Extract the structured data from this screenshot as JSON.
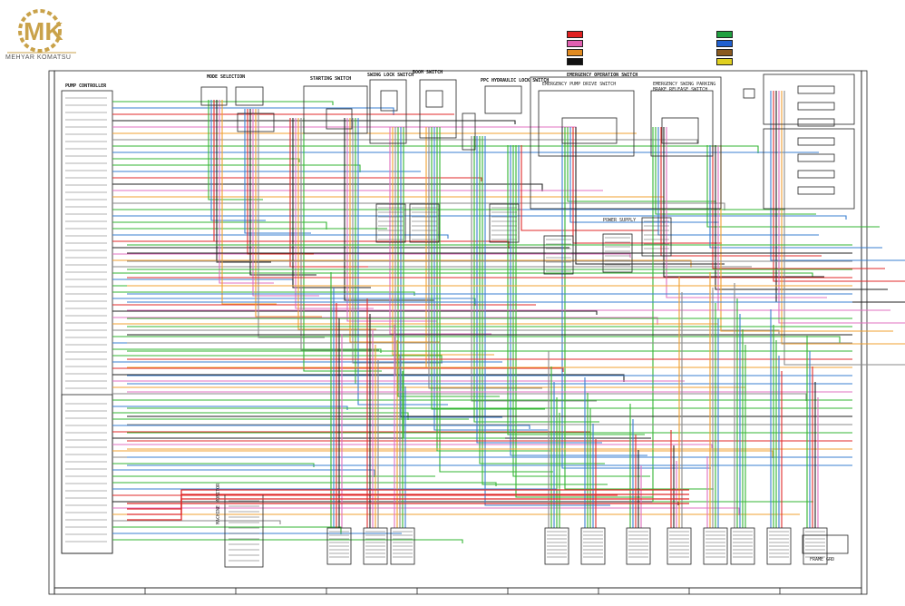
{
  "logo": {
    "mark": "MK",
    "company": "MEHYAR KOMATSU"
  },
  "legend_colors": {
    "left": [
      "#e02020",
      "#e060b0",
      "#e08a20",
      "#111111"
    ],
    "right": [
      "#20a040",
      "#2060d0",
      "#8a5a20",
      "#e0d020"
    ]
  },
  "wire_colors": {
    "green": "#33b533",
    "blue": "#3a7fd0",
    "red": "#e02a2a",
    "black": "#222222",
    "pink": "#e070c0",
    "orange": "#f0a030",
    "yellow": "#e8d020",
    "gray": "#8a8a8a",
    "brown": "#8a5a20"
  },
  "labels": {
    "pump_controller": "PUMP CONTROLLER",
    "mode_selection": "MODE SELECTION",
    "starting_switch": "STARTING SWITCH",
    "swing_lock_switch": "SWING LOCK SWITCH",
    "boom_switch": "BOOM SWITCH",
    "ppc_hydraulic_lock": "PPC HYDRAULIC LOCK SWITCH",
    "emergency_operation": "EMERGENCY OPERATION SWITCH",
    "emergency_pump_drive": "EMERGENCY PUMP DRIVE SWITCH",
    "emergency_swing_parking": "EMERGENCY SWING PARKING BRAKE RELEASE SWITCH",
    "power_supply": "POWER SUPPLY",
    "machine_monitor": "MACHINE MONITOR",
    "relay_frame_grd": "FRAME GRD"
  }
}
